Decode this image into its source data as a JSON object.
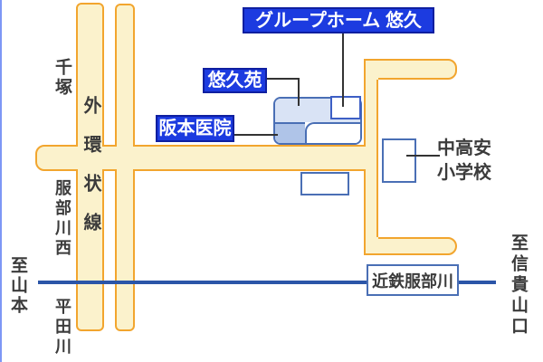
{
  "labels": {
    "group_home": "グループホーム 悠久",
    "yukyuen": "悠久苑",
    "sakamoto": "阪本医院",
    "station": "近鉄服部川",
    "school_line1": "中高安",
    "school_line2": "小学校",
    "chizuka": "千塚",
    "ring_road": "外環状線",
    "hattorigawa_nishi": "服部川西",
    "to_yamamoto": "至山本",
    "hiratagawa": "平田川",
    "to_shigisanguchi": "至信貴山口"
  },
  "colors": {
    "road_fill": "#FBF2CC",
    "road_border": "#F2A52E",
    "building_border": "#4A6FB5",
    "building_light_fill": "#D9E3F5",
    "building_dark_fill": "#AFC4E8",
    "label_bg": "#1C3BE0",
    "label_border": "#0F1FA0",
    "label_text": "#FFFFFF",
    "railway": "#2B55A8",
    "leader": "#333333",
    "map_text": "#3B3B3B",
    "edge_line": "#7E97F5"
  }
}
